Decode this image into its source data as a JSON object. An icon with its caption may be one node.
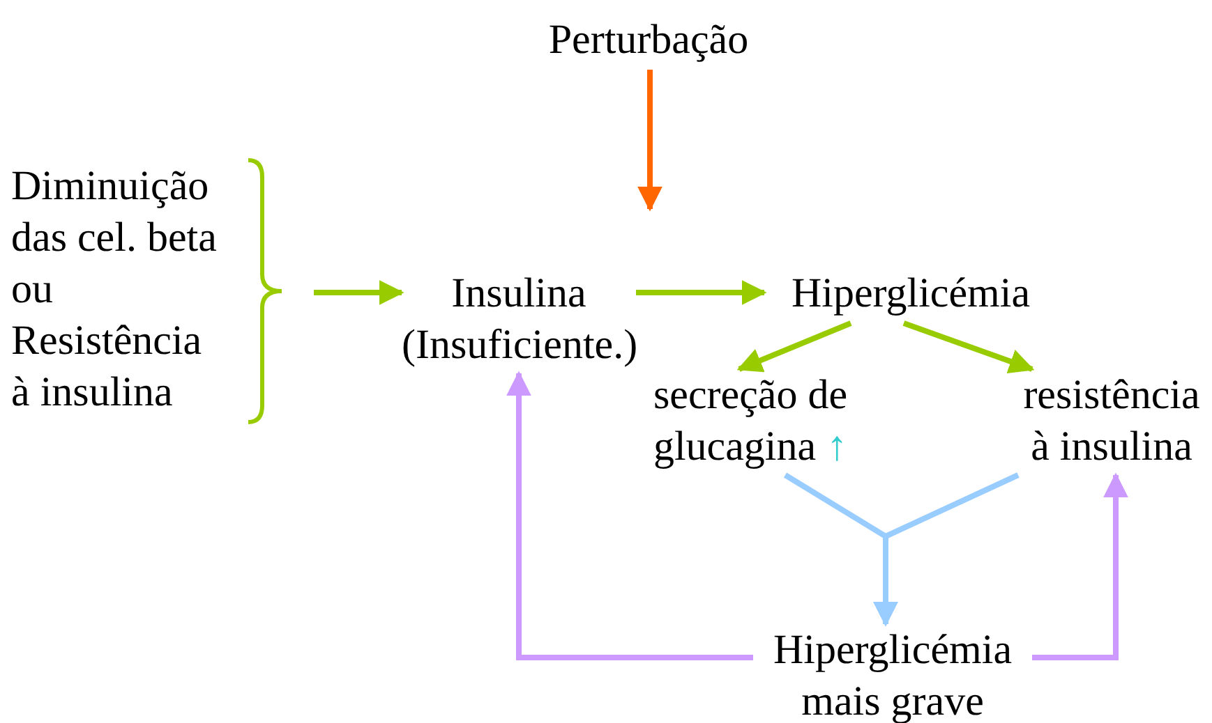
{
  "diagram": {
    "nodes": [
      {
        "text": [
          "Perturbação"
        ]
      },
      {
        "text": [
          "Diminuição das cel. beta ou Resistência à insulina"
        ]
      },
      {
        "text": [
          "Insulina (Insuficiente.)"
        ]
      },
      {
        "text": [
          "Hiperglicémia"
        ]
      },
      {
        "text": [
          "secreção de glucagina",
          "↑"
        ]
      },
      {
        "text": [
          "resistência à insulina"
        ]
      },
      {
        "text": [
          "Hiperglicémia mais grave"
        ]
      }
    ],
    "edges": [
      {
        "from": 0,
        "to": null,
        "arrow": "to",
        "color": "#ff6600"
      },
      {
        "from": 1,
        "to": 2,
        "arrow": "to"
      },
      {
        "from": 2,
        "to": 3,
        "arrow": "to"
      },
      {
        "from": 3,
        "to": 4,
        "arrow": "to"
      },
      {
        "from": 3,
        "to": 5,
        "arrow": "to"
      },
      {
        "from": 4,
        "to": 6,
        "arrow": "to",
        "color": "#99ccff"
      },
      {
        "from": 5,
        "to": 6,
        "arrow": "to",
        "color": "#99ccff"
      },
      {
        "from": 6,
        "to": 2,
        "arrow": "to",
        "color": "#cc99ff"
      },
      {
        "from": 6,
        "to": 5,
        "arrow": "to",
        "color": "#cc99ff"
      }
    ]
  }
}
